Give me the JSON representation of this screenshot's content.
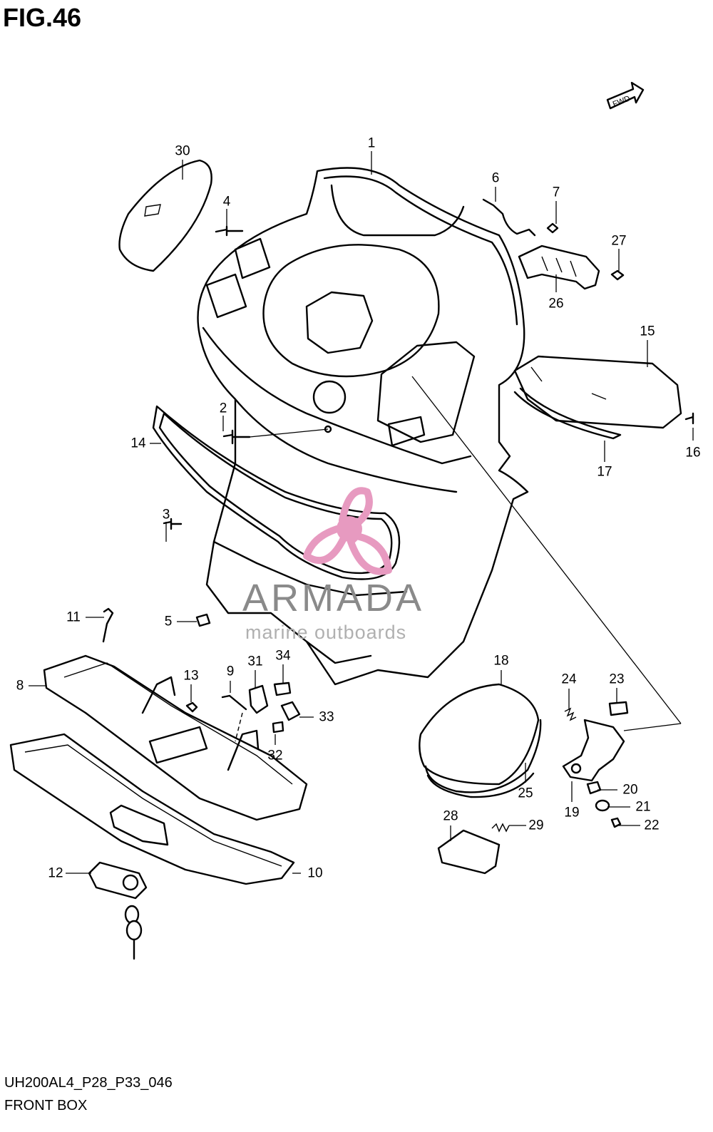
{
  "figure": {
    "title": "FIG.46",
    "fwd_label": "FWD",
    "code": "UH200AL4_P28_P33_046",
    "name": "FRONT BOX"
  },
  "watermark": {
    "word": "ARMADA",
    "sub": "marine outboards"
  },
  "callouts": [
    {
      "id": "1",
      "label": "1"
    },
    {
      "id": "2",
      "label": "2"
    },
    {
      "id": "3",
      "label": "3"
    },
    {
      "id": "4",
      "label": "4"
    },
    {
      "id": "5",
      "label": "5"
    },
    {
      "id": "6",
      "label": "6"
    },
    {
      "id": "7",
      "label": "7"
    },
    {
      "id": "8",
      "label": "8"
    },
    {
      "id": "9",
      "label": "9"
    },
    {
      "id": "10",
      "label": "10"
    },
    {
      "id": "11",
      "label": "11"
    },
    {
      "id": "12",
      "label": "12"
    },
    {
      "id": "13",
      "label": "13"
    },
    {
      "id": "14",
      "label": "14"
    },
    {
      "id": "15",
      "label": "15"
    },
    {
      "id": "16",
      "label": "16"
    },
    {
      "id": "17",
      "label": "17"
    },
    {
      "id": "18",
      "label": "18"
    },
    {
      "id": "19",
      "label": "19"
    },
    {
      "id": "20",
      "label": "20"
    },
    {
      "id": "21",
      "label": "21"
    },
    {
      "id": "22",
      "label": "22"
    },
    {
      "id": "23",
      "label": "23"
    },
    {
      "id": "24",
      "label": "24"
    },
    {
      "id": "25",
      "label": "25"
    },
    {
      "id": "26",
      "label": "26"
    },
    {
      "id": "27",
      "label": "27"
    },
    {
      "id": "28",
      "label": "28"
    },
    {
      "id": "29",
      "label": "29"
    },
    {
      "id": "30",
      "label": "30"
    },
    {
      "id": "31",
      "label": "31"
    },
    {
      "id": "32",
      "label": "32"
    },
    {
      "id": "33",
      "label": "33"
    },
    {
      "id": "34",
      "label": "34"
    }
  ],
  "colors": {
    "line": "#000000",
    "background": "#ffffff",
    "watermark_pink": "#e79ac0",
    "watermark_gray": "#8a8a8a"
  }
}
